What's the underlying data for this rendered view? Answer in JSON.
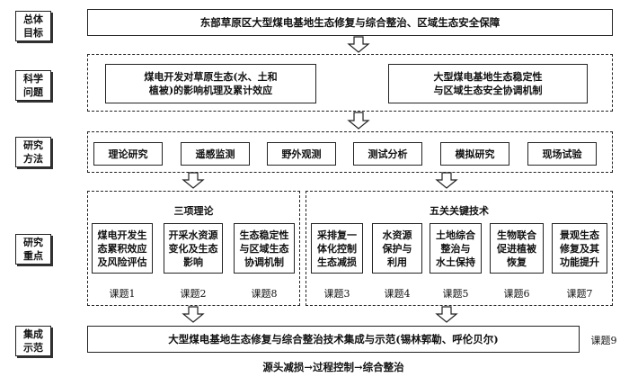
{
  "row_labels": {
    "goal": [
      "总体",
      "目标"
    ],
    "question": [
      "科学",
      "问题"
    ],
    "method": [
      "研究",
      "方法"
    ],
    "focus": [
      "研究",
      "重点"
    ],
    "integration": [
      "集成",
      "示范"
    ]
  },
  "goal_text": "东部草原区大型煤电基地生态修复与综合整治、区域生态安全保障",
  "questions": [
    [
      "煤电开发对草原生态(水、土和",
      "植被)的影响机理及累计效应"
    ],
    [
      "大型煤电基地生态稳定性",
      "与区域生态安全协调机制"
    ]
  ],
  "methods": [
    "理论研究",
    "遥感监测",
    "野外观测",
    "测试分析",
    "模拟研究",
    "现场试验"
  ],
  "theory_group": {
    "title": "三项理论",
    "items": [
      {
        "lines": [
          "煤电开发生",
          "态累积效应",
          "及风险评估"
        ],
        "topic": "课题1"
      },
      {
        "lines": [
          "开采水资源",
          "变化及生态",
          "影响"
        ],
        "topic": "课题2"
      },
      {
        "lines": [
          "生态稳定性",
          "与区域生态",
          "协调机制"
        ],
        "topic": "课题8"
      }
    ]
  },
  "tech_group": {
    "title": "五关关键技术",
    "items": [
      {
        "lines": [
          "采排复一",
          "体化控制",
          "生态减损"
        ],
        "topic": "课题3"
      },
      {
        "lines": [
          "水资源",
          "保护与",
          "利用"
        ],
        "topic": "课题4"
      },
      {
        "lines": [
          "土地综合",
          "整治与",
          "水土保持"
        ],
        "topic": "课题5"
      },
      {
        "lines": [
          "生物联合",
          "促进植被",
          "恢复"
        ],
        "topic": "课题6"
      },
      {
        "lines": [
          "景观生态",
          "修复及其",
          "功能提升"
        ],
        "topic": "课题7"
      }
    ]
  },
  "integration_text": "大型煤电基地生态修复与综合整治技术集成与示范(锡林郭勒、呼伦贝尔)",
  "integration_topic": "课题9",
  "footer": "源头减损→过程控制→综合整治"
}
